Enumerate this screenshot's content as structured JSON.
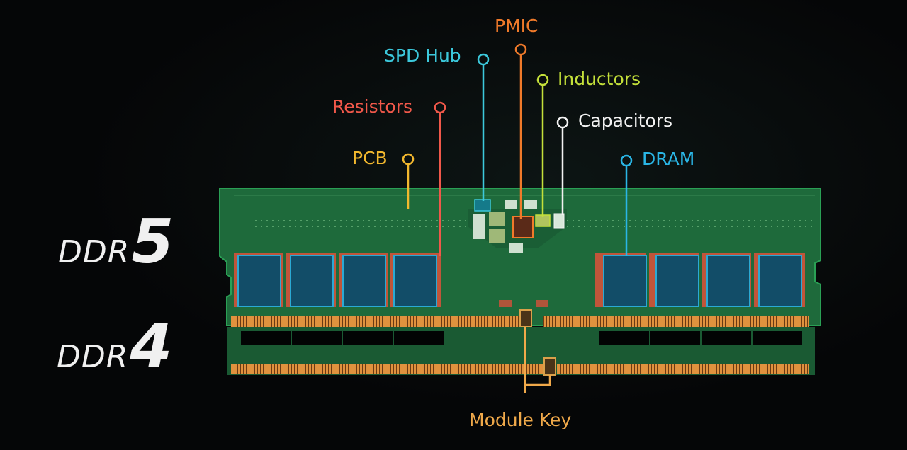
{
  "modules": {
    "ddr5": {
      "prefix": "DDR",
      "number": "5"
    },
    "ddr4": {
      "prefix": "DDR",
      "number": "4"
    }
  },
  "callouts": [
    {
      "id": "pmic",
      "label": "PMIC",
      "color": "#f07a2a"
    },
    {
      "id": "spd-hub",
      "label": "SPD Hub",
      "color": "#3cc9dc"
    },
    {
      "id": "inductors",
      "label": "Inductors",
      "color": "#c4e03a"
    },
    {
      "id": "resistors",
      "label": "Resistors",
      "color": "#f0584a"
    },
    {
      "id": "capacitors",
      "label": "Capacitors",
      "color": "#f2f2f2"
    },
    {
      "id": "pcb",
      "label": "PCB",
      "color": "#f2b82e"
    },
    {
      "id": "dram",
      "label": "DRAM",
      "color": "#2ab6e6"
    },
    {
      "id": "module-key",
      "label": "Module Key",
      "color": "#f0a94a"
    }
  ],
  "colors": {
    "pcb": "#1f6b3c",
    "dram": "#114d6a",
    "gold": "#d98a3c"
  }
}
